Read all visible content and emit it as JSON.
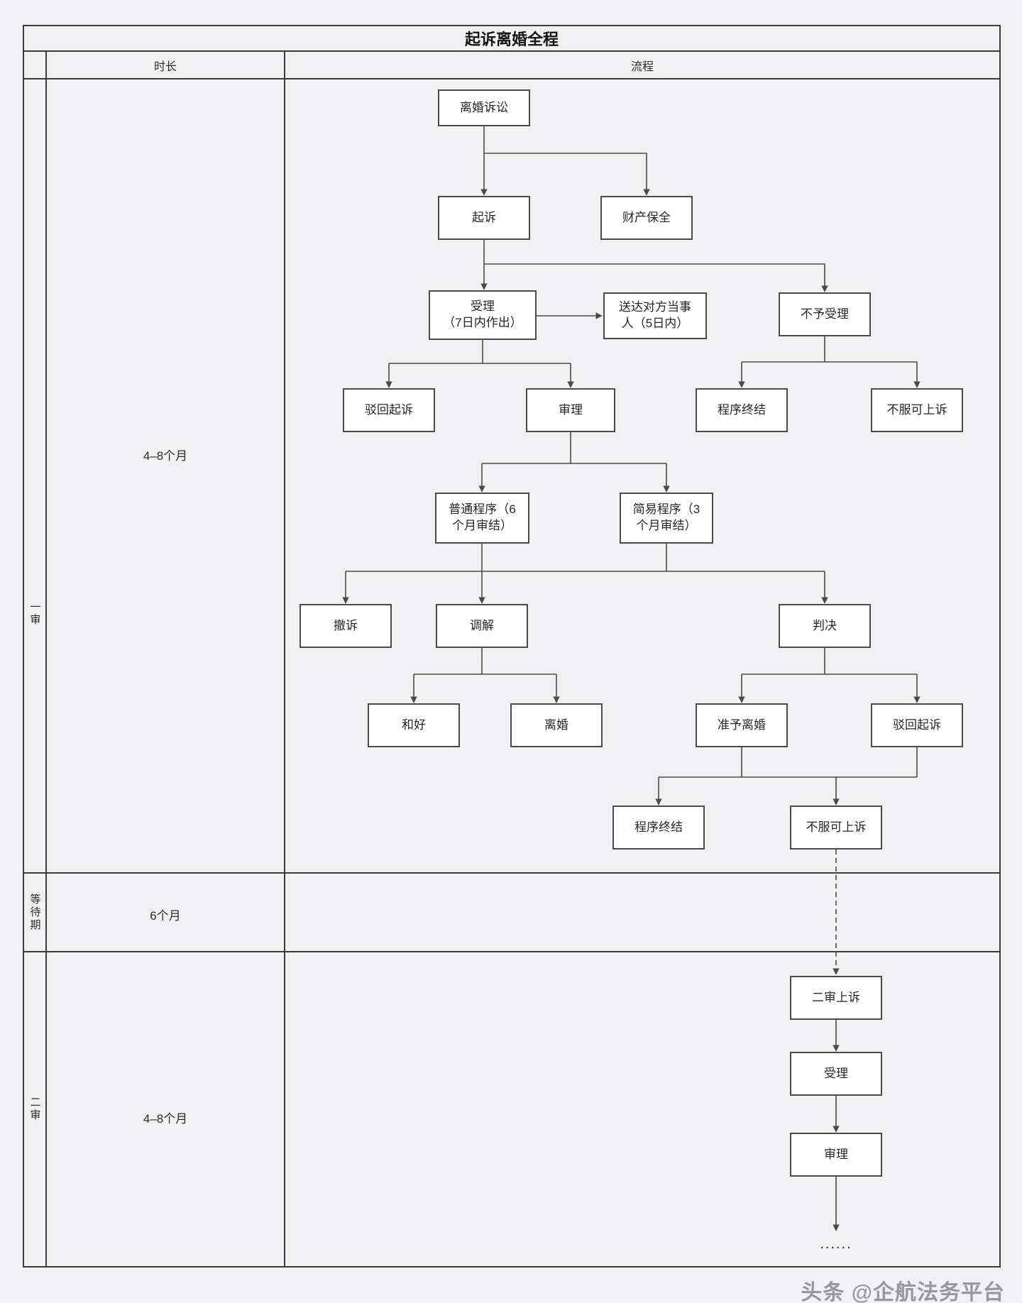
{
  "title": "起诉离婚全程",
  "headers": {
    "duration": "时长",
    "process": "流程"
  },
  "rows": [
    {
      "label": "一审",
      "duration": "4–8个月"
    },
    {
      "label": "等待期",
      "duration": "6个月"
    },
    {
      "label": "二审",
      "duration": "4–8个月"
    }
  ],
  "nodes": {
    "divorce_litigation": "离婚诉讼",
    "file_lawsuit": "起诉",
    "property_preservation": "财产保全",
    "acceptance_1": "受理\n（7日内作出）",
    "serve_party": "送达对方当事\n人（5日内）",
    "not_accepted": "不予受理",
    "dismiss_1": "驳回起诉",
    "trial_1": "审理",
    "procedure_end_1": "程序终结",
    "appeal_1": "不服可上诉",
    "ordinary_procedure": "普通程序（6\n个月审结）",
    "summary_procedure": "简易程序（3\n个月审结）",
    "withdraw": "撤诉",
    "mediation": "调解",
    "judgment": "判决",
    "reconciliation": "和好",
    "divorce": "离婚",
    "divorce_granted": "准予离婚",
    "dismiss_2": "驳回起诉",
    "procedure_end_2": "程序终结",
    "appeal_2": "不服可上诉",
    "second_appeal": "二审上诉",
    "acceptance_2": "受理",
    "trial_2": "审理",
    "ellipsis": "......"
  },
  "colors": {
    "line": "#4a4a4a",
    "border": "#3c3c3c",
    "background": "#f1f1f3",
    "node_fill": "#ffffff",
    "watermark": "#98989a"
  },
  "watermark": "头条 @企航法务平台"
}
